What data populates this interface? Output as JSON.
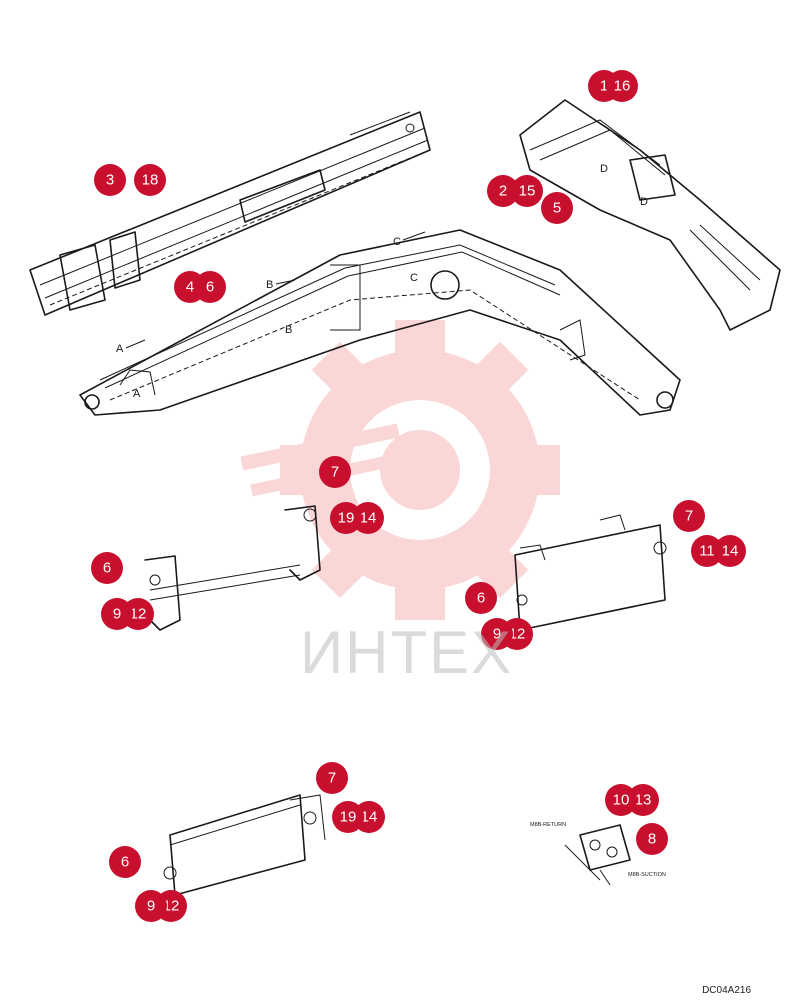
{
  "drawing_code": "DC04A216",
  "watermark": {
    "text": "ИНТЕХ",
    "color": "#f4a6a6"
  },
  "colors": {
    "callout": "#c8102e",
    "line": "#1a1a1a"
  },
  "view_labels": {
    "a": "A",
    "b": "B",
    "c": "C",
    "d": "D"
  },
  "port_labels": {
    "return": "M8B-RETURN",
    "suction": "M8B-SUCTION"
  },
  "callouts": [
    {
      "id": "c-3a",
      "label": "3"
    },
    {
      "id": "c-18",
      "label": "18"
    },
    {
      "id": "c-4a",
      "label": "4"
    },
    {
      "id": "c-6a",
      "label": "6"
    },
    {
      "id": "c-1",
      "label": "1"
    },
    {
      "id": "c-16",
      "label": "16"
    },
    {
      "id": "c-2",
      "label": "2"
    },
    {
      "id": "c-15",
      "label": "15"
    },
    {
      "id": "c-5",
      "label": "5"
    },
    {
      "id": "c-7a",
      "label": "7"
    },
    {
      "id": "c-19a",
      "label": "19"
    },
    {
      "id": "c-14a",
      "label": "14"
    },
    {
      "id": "c-6b",
      "label": "6"
    },
    {
      "id": "c-9a",
      "label": "9"
    },
    {
      "id": "c-12a",
      "label": "12"
    },
    {
      "id": "c-7b",
      "label": "7"
    },
    {
      "id": "c-11",
      "label": "11"
    },
    {
      "id": "c-14b",
      "label": "14"
    },
    {
      "id": "c-6c",
      "label": "6"
    },
    {
      "id": "c-9b",
      "label": "9"
    },
    {
      "id": "c-12b",
      "label": "12"
    },
    {
      "id": "c-7c",
      "label": "7"
    },
    {
      "id": "c-19b",
      "label": "19"
    },
    {
      "id": "c-14c",
      "label": "14"
    },
    {
      "id": "c-6d",
      "label": "6"
    },
    {
      "id": "c-9c",
      "label": "9"
    },
    {
      "id": "c-12c",
      "label": "12"
    },
    {
      "id": "c-10",
      "label": "10"
    },
    {
      "id": "c-13",
      "label": "13"
    },
    {
      "id": "c-8",
      "label": "8"
    }
  ]
}
